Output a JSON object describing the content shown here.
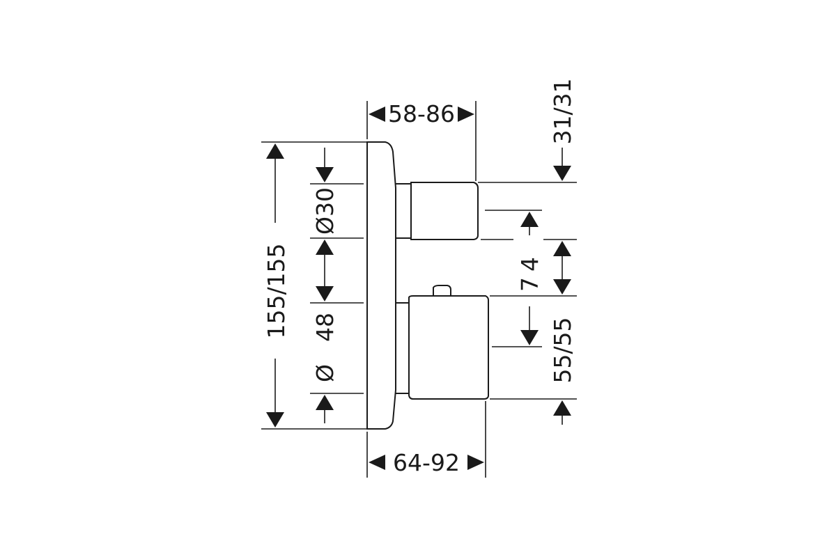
{
  "dimensions": {
    "top_depth": "58-86",
    "bottom_depth": "64-92",
    "total_height": "155/155",
    "knob_diameter": "Ø30",
    "body_diameter_symbol": "Ø",
    "body_diameter_value": "48",
    "top_offset": "31/31",
    "spacing": "74",
    "bottom_offset": "55/55"
  },
  "colors": {
    "line": "#1a1a1a",
    "background": "#ffffff"
  }
}
